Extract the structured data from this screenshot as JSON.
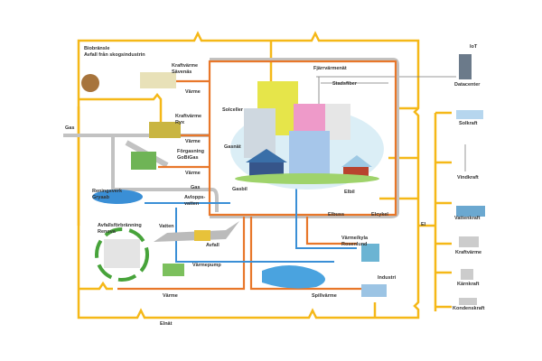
{
  "colors": {
    "electric": "#f5b818",
    "heat": "#e8772a",
    "gas": "#b5b5b5",
    "water": "#3a8fd6"
  },
  "labels": {
    "biobransle": "Biobränsle",
    "avfall_skog": "Avfall från skogsindustrin",
    "kv_savenas_1": "Kraftvärme",
    "kv_savenas_2": "Sävenäs",
    "varme1": "Värme",
    "kv_ryx_1": "Kraftvärme",
    "kv_ryx_2": "Ryx",
    "varme2": "Värme",
    "forgasning_1": "Förgasning",
    "forgasning_2": "GoBiGas",
    "varme3": "Värme",
    "gas_in": "Gas",
    "gas2": "Gas",
    "avlopp_1": "Avlopps-",
    "avlopp_2": "vatten",
    "reningsverk_1": "Reningsverk",
    "reningsverk_2": "Gryaab",
    "gasbil": "Gasbil",
    "solceller": "Solceller",
    "gasnat": "Gasnät",
    "fjarrvarmenat": "Fjärrvärmenät",
    "stadsfiber": "Stadsfiber",
    "iot": "IoT",
    "datacenter": "Datacenter",
    "solkraft": "Solkraft",
    "vindkraft": "Vindkraft",
    "vattenkraft": "Vattenkraft",
    "kraftvarme": "Kraftvärme",
    "karnkraft": "Kärnkraft",
    "kondenskraft": "Kondenskraft",
    "el": "El",
    "elbil": "Elbil",
    "elbuss": "Elbuss",
    "elcykel": "Elcykel",
    "rosenlund_1": "Värme/kyla",
    "rosenlund_2": "Rosenlund",
    "industri": "Industri",
    "spillvarme": "Spillvärme",
    "vatten": "Vatten",
    "avfall": "Avfall",
    "varmepump": "Värmepump",
    "varme4": "Värme",
    "renova_1": "Avfallsförbränning",
    "renova_2": "Renova",
    "elnat": "Elnät"
  }
}
